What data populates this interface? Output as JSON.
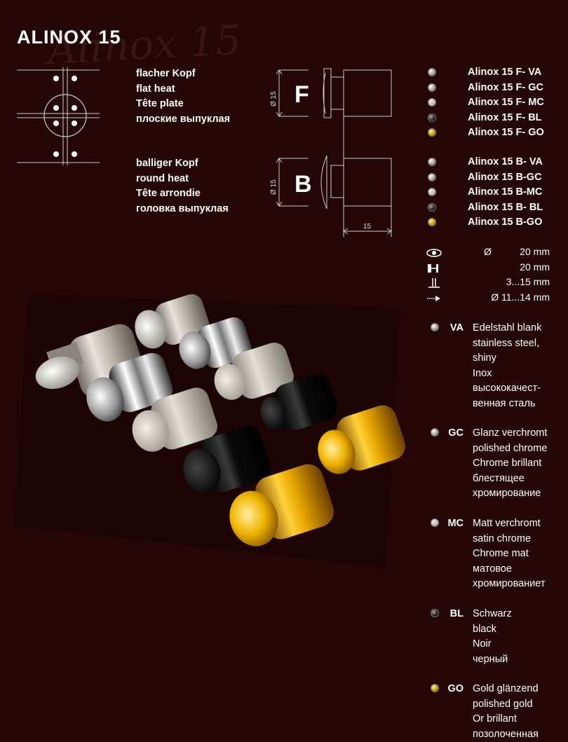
{
  "title": "ALINOX 15",
  "watermark": "Alinox 15",
  "flat_head": {
    "letter": "F",
    "labels": [
      "flacher Kopf",
      "flat heat",
      "Tête plate",
      "плоские выпуклая"
    ]
  },
  "round_head": {
    "letter": "B",
    "labels": [
      "balliger Kopf",
      "round heat",
      "Tête arrondie",
      "головка выпуклая"
    ]
  },
  "dims": {
    "diameter_label": "Ø 15",
    "length_label": "15"
  },
  "products_f": [
    {
      "finish": "va",
      "name": "Alinox 15 F- VA"
    },
    {
      "finish": "gc",
      "name": "Alinox 15 F- GC"
    },
    {
      "finish": "mc",
      "name": "Alinox 15 F- MC"
    },
    {
      "finish": "bl",
      "name": "Alinox 15 F-  BL"
    },
    {
      "finish": "go",
      "name": "Alinox 15 F- GO"
    }
  ],
  "products_b": [
    {
      "finish": "va",
      "name": "Alinox 15 B- VA"
    },
    {
      "finish": "gc",
      "name": "Alinox 15 B-GC"
    },
    {
      "finish": "mc",
      "name": "Alinox 15 B-MC"
    },
    {
      "finish": "bl",
      "name": "Alinox 15 B- BL"
    },
    {
      "finish": "go",
      "name": "Alinox 15 B-GO"
    }
  ],
  "specs": [
    {
      "icon": "eye-icon",
      "prefix": "Ø",
      "value": "20 mm"
    },
    {
      "icon": "bracket-icon",
      "prefix": "",
      "value": "20 mm"
    },
    {
      "icon": "thickness-icon",
      "prefix": "",
      "value": "3...15 mm"
    },
    {
      "icon": "drill-icon",
      "prefix": "",
      "value": "Ø 11...14 mm"
    }
  ],
  "finishes": [
    {
      "code": "VA",
      "ball": "va",
      "lines": [
        "Edelstahl blank",
        "stainless steel,",
        "shiny",
        "Inox",
        "высококачест-",
        "венная сталь"
      ]
    },
    {
      "code": "GC",
      "ball": "gc",
      "lines": [
        "Glanz verchromt",
        "polished chrome",
        "Chrome brillant",
        "блестящее",
        "хромирование"
      ]
    },
    {
      "code": "MC",
      "ball": "mc",
      "lines": [
        "Matt verchromt",
        "satin chrome",
        "Chrome mat",
        "матовое",
        "хромированиет"
      ]
    },
    {
      "code": "BL",
      "ball": "bl",
      "lines": [
        "Schwarz",
        "black",
        "Noir",
        "черный"
      ]
    },
    {
      "code": "GO",
      "ball": "go",
      "lines": [
        "Gold glänzend",
        "polished gold",
        "Or brillant",
        "позолоченная"
      ]
    }
  ],
  "colors": {
    "background": "#240606",
    "text": "#ffffff",
    "gold": "#e8a600",
    "black": "#111111",
    "steel": "#c8c4bc"
  }
}
